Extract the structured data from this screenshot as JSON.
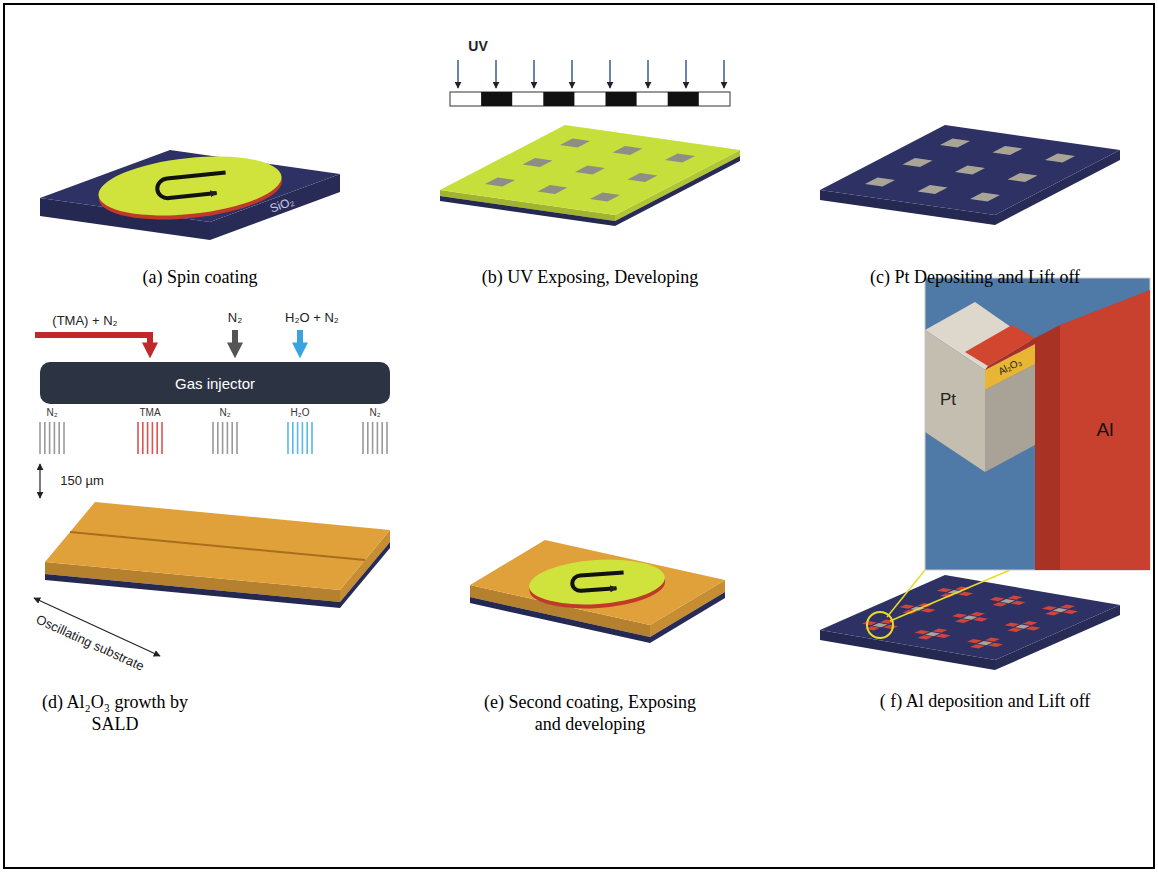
{
  "diagram": {
    "nodes": [
      {
        "text": [
          "Gas injector"
        ]
      }
    ],
    "labels": [
      "UV",
      "SiO₂",
      "(a) Spin coating",
      "(b) UV Exposing, Developing",
      "(c) Pt Depositing and Lift off",
      "(TMA) + N₂",
      "N₂",
      "H₂O + N₂",
      "N₂",
      "TMA",
      "N₂",
      "H₂O",
      "N₂",
      "150 µm",
      "Oscillating substrate",
      "(d) Al₂O₃ growth by SALD",
      "(e) Second coating, Exposing and developing",
      "( f) Al deposition and Lift off",
      "Pt",
      "Al₂O₃",
      "Al"
    ]
  }
}
